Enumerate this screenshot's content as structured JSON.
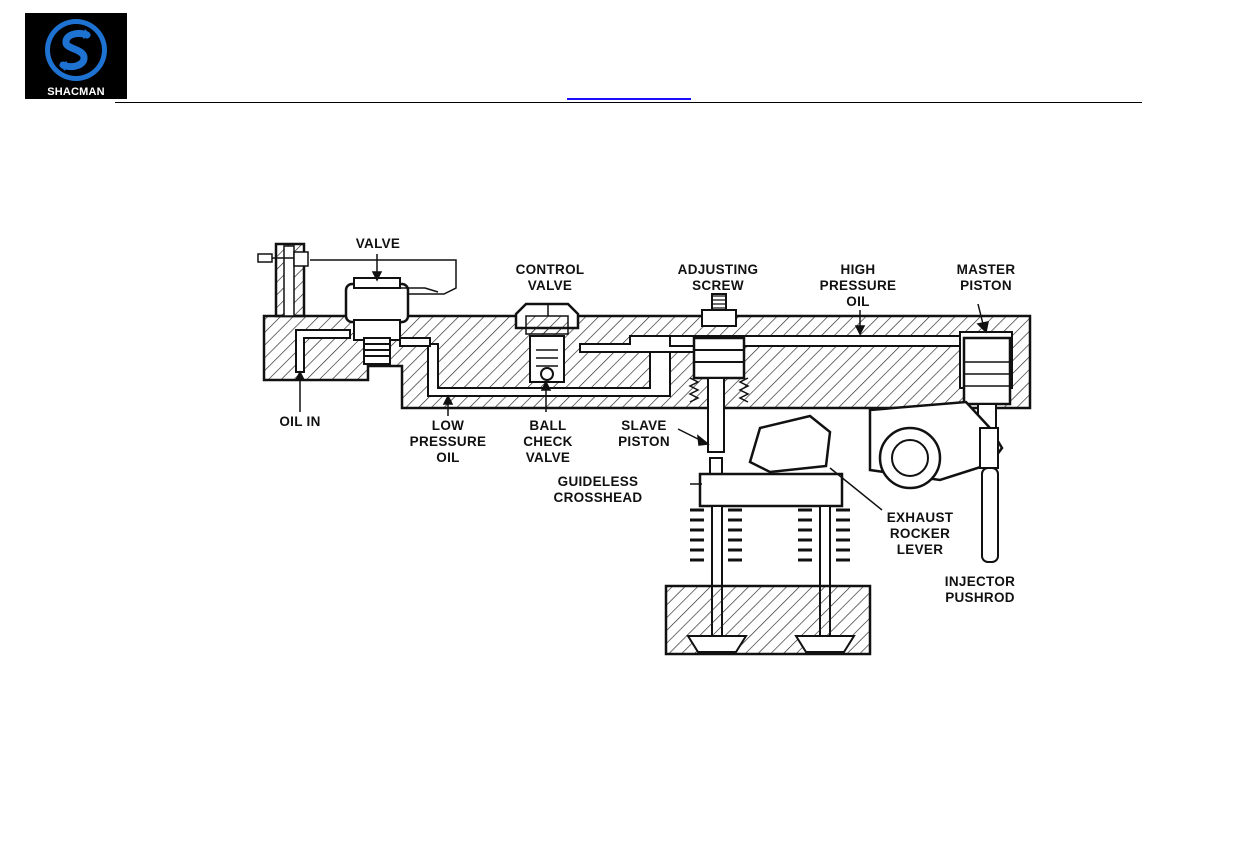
{
  "brand": {
    "name": "SHACMAN",
    "logo_icon": "shacman-s-logo-icon",
    "logo_bg": "#000000",
    "logo_ring": "#1e73d2"
  },
  "header": {
    "link_color": "#1a0dff"
  },
  "diagram": {
    "labels": {
      "valve": "VALVE",
      "control_valve": [
        "CONTROL",
        "VALVE"
      ],
      "adjusting_screw": [
        "ADJUSTING",
        "SCREW"
      ],
      "high_pressure_oil": [
        "HIGH",
        "PRESSURE",
        "OIL"
      ],
      "master_piston": [
        "MASTER",
        "PISTON"
      ],
      "oil_in": "OIL IN",
      "low_pressure_oil": [
        "LOW",
        "PRESSURE",
        "OIL"
      ],
      "ball_check_valve": [
        "BALL",
        "CHECK",
        "VALVE"
      ],
      "slave_piston": [
        "SLAVE",
        "PISTON"
      ],
      "guideless_crosshead": [
        "GUIDELESS",
        "CROSSHEAD"
      ],
      "exhaust_rocker_lever": [
        "EXHAUST",
        "ROCKER",
        "LEVER"
      ],
      "injector_pushrod": [
        "INJECTOR",
        "PUSHROD"
      ]
    }
  }
}
